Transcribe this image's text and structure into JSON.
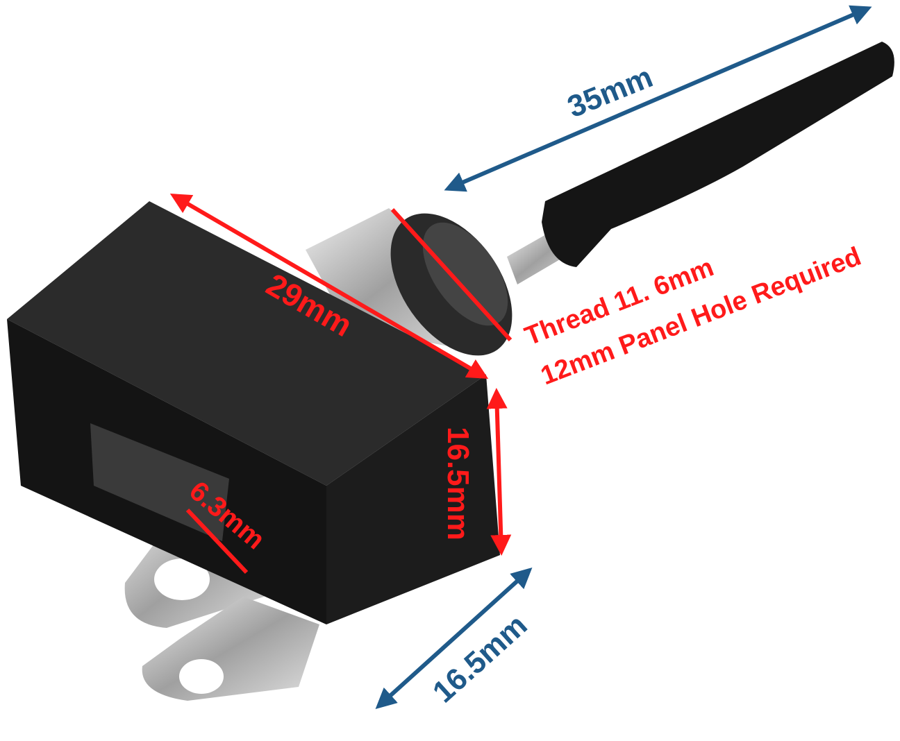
{
  "colors": {
    "dimension_red": "#ff1a1a",
    "dimension_blue": "#1f5a8a",
    "switch_body": "#1a1a1a",
    "metal": "#c8c8c8"
  },
  "labels": {
    "lever_length": "35mm",
    "body_length": "29mm",
    "thread": "Thread 11. 6mm",
    "panel_hole": "12mm Panel Hole Required",
    "body_height": "16.5mm",
    "terminal_width": "6.3mm",
    "body_width": "16.5mm"
  }
}
